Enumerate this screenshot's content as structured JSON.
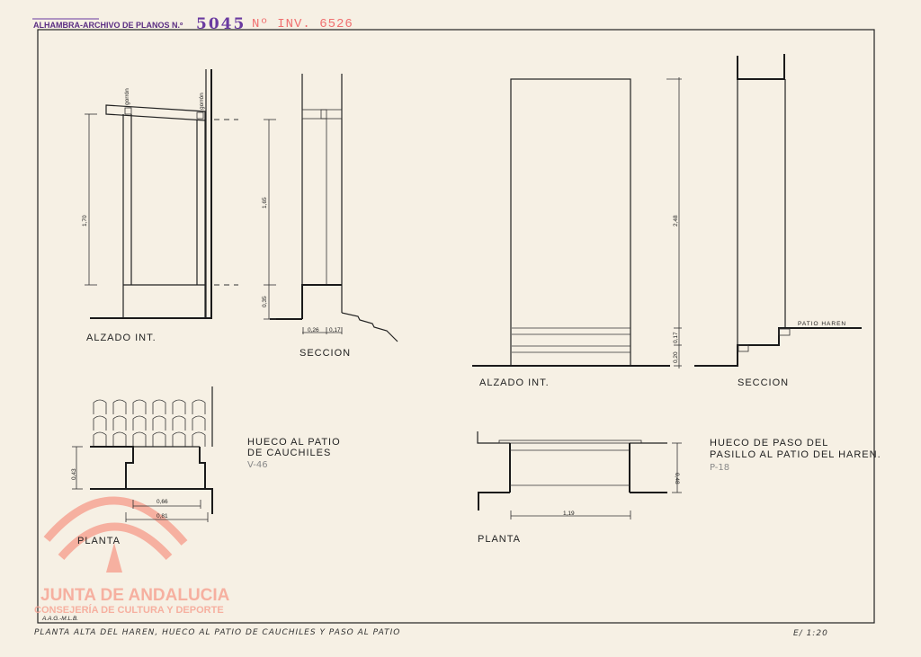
{
  "stamp": {
    "archive": "ALHAMBRA-ARCHIVO DE PLANOS N.º",
    "number": "5045",
    "inventory": "Nº INV. 6526"
  },
  "watermark": {
    "line1": "JUNTA DE ANDALUCIA",
    "line2": "CONSEJERÍA DE CULTURA Y DEPORTE"
  },
  "left_drawing": {
    "elevation_label": "ALZADO INT.",
    "section_label": "SECCION",
    "plan_label": "PLANTA",
    "gorron_left": "gorrón",
    "gorron_right": "gorrón",
    "dims": {
      "height": "1,70",
      "section_height": "1,65",
      "sill": "0,35",
      "w1": "0,26",
      "w2": "0,17",
      "plan_depth": "0,43",
      "plan_w1": "0,66",
      "plan_w2": "0,81"
    },
    "title_line1": "HUECO AL PATIO",
    "title_line2": "DE CAUCHILES",
    "ref": "V-46"
  },
  "right_drawing": {
    "elevation_label": "ALZADO INT.",
    "section_label": "SECCION",
    "plan_label": "PLANTA",
    "patio_label": "PATIO HAREN",
    "dims": {
      "height": "2,48",
      "step1": "0,17",
      "step2": "0,20",
      "plan_depth": "0,48",
      "plan_width": "1,19"
    },
    "title_line1": "HUECO DE PASO DEL",
    "title_line2": "PASILLO AL PATIO DEL HAREN.",
    "ref": "P-18"
  },
  "footer": {
    "initials": "A.A.G.-M.L.B.",
    "caption": "PLANTA ALTA DEL HAREN, HUECO AL PATIO DE CAUCHILES  Y PASO AL PATIO",
    "scale": "E/ 1:20"
  }
}
